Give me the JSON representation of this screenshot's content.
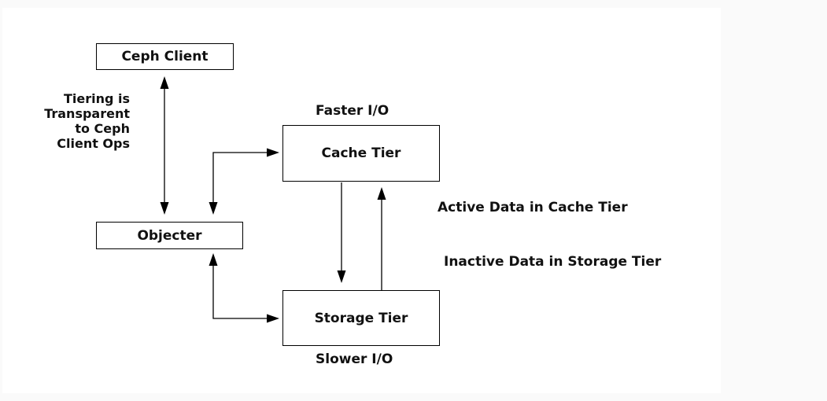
{
  "nodes": {
    "ceph_client": "Ceph Client",
    "objecter": "Objecter",
    "cache_tier": "Cache Tier",
    "storage_tier": "Storage Tier"
  },
  "labels": {
    "faster_io": "Faster I/O",
    "slower_io": "Slower I/O",
    "active_data": "Active Data in Cache Tier",
    "inactive_data": "Inactive Data in Storage Tier",
    "transparent_note": [
      "Tiering is",
      "Transparent",
      "to Ceph",
      "Client Ops"
    ]
  }
}
